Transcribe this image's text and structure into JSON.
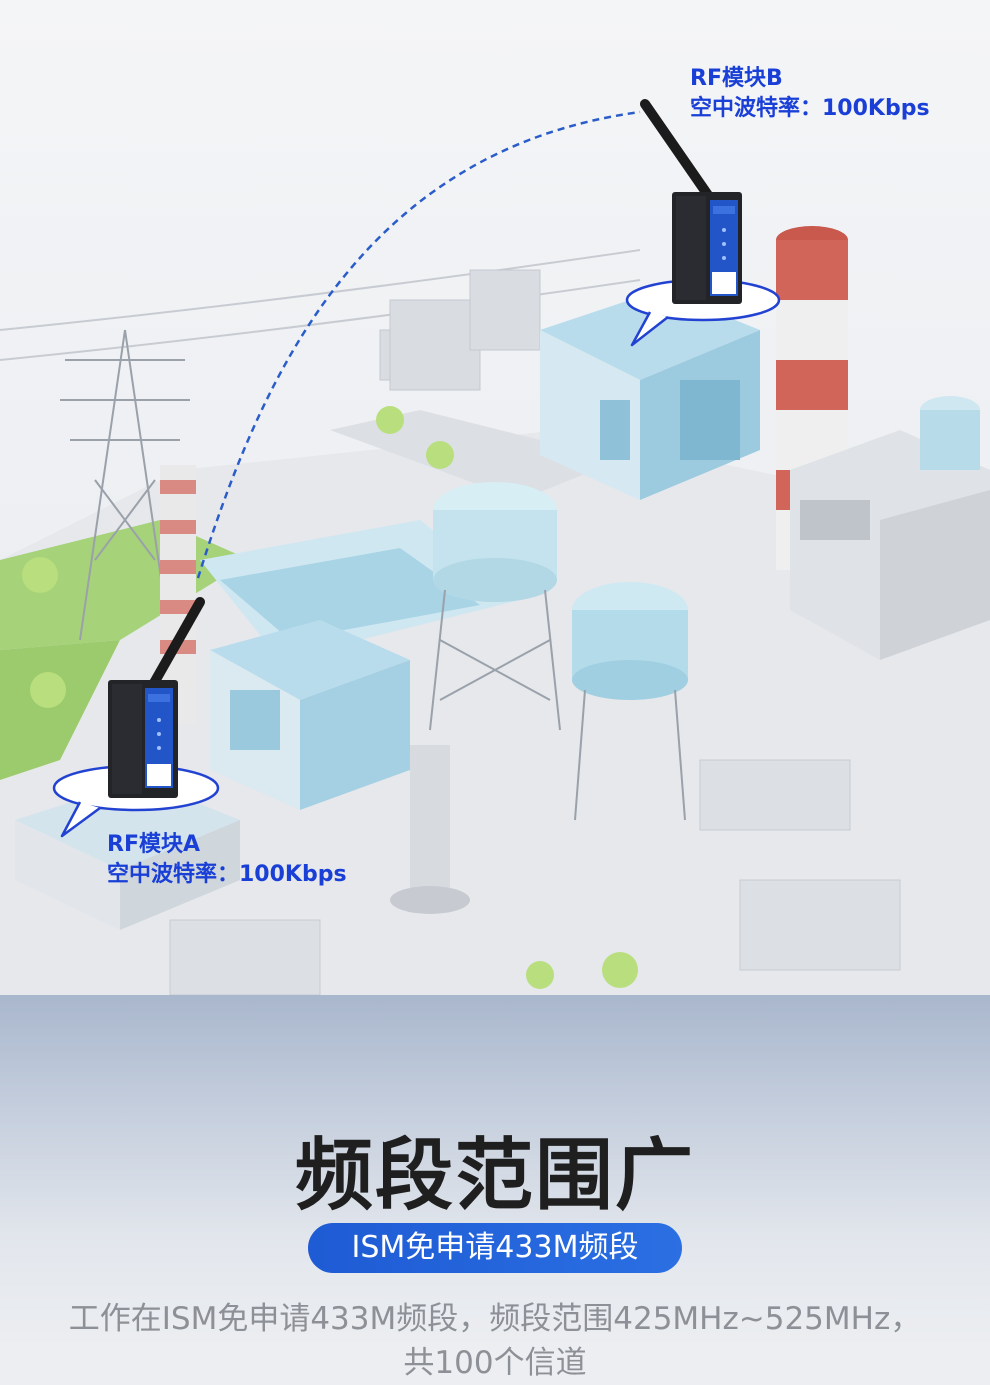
{
  "scene": {
    "module_b": {
      "name": "RF模块B",
      "rate": "空中波特率：100Kbps"
    },
    "module_a": {
      "name": "RF模块A",
      "rate": "空中波特率：100Kbps"
    }
  },
  "feature": {
    "title": "频段范围广",
    "badge": "ISM免申请433M频段",
    "description_line1": "工作在ISM免申请433M频段，频段范围425MHz~525MHz，",
    "description_line2": "共100个信道"
  },
  "colors": {
    "label_blue": "#1a3fd6",
    "badge_blue": "#2463d9",
    "title_black": "#1f1f1f",
    "desc_gray": "#8d9096"
  }
}
